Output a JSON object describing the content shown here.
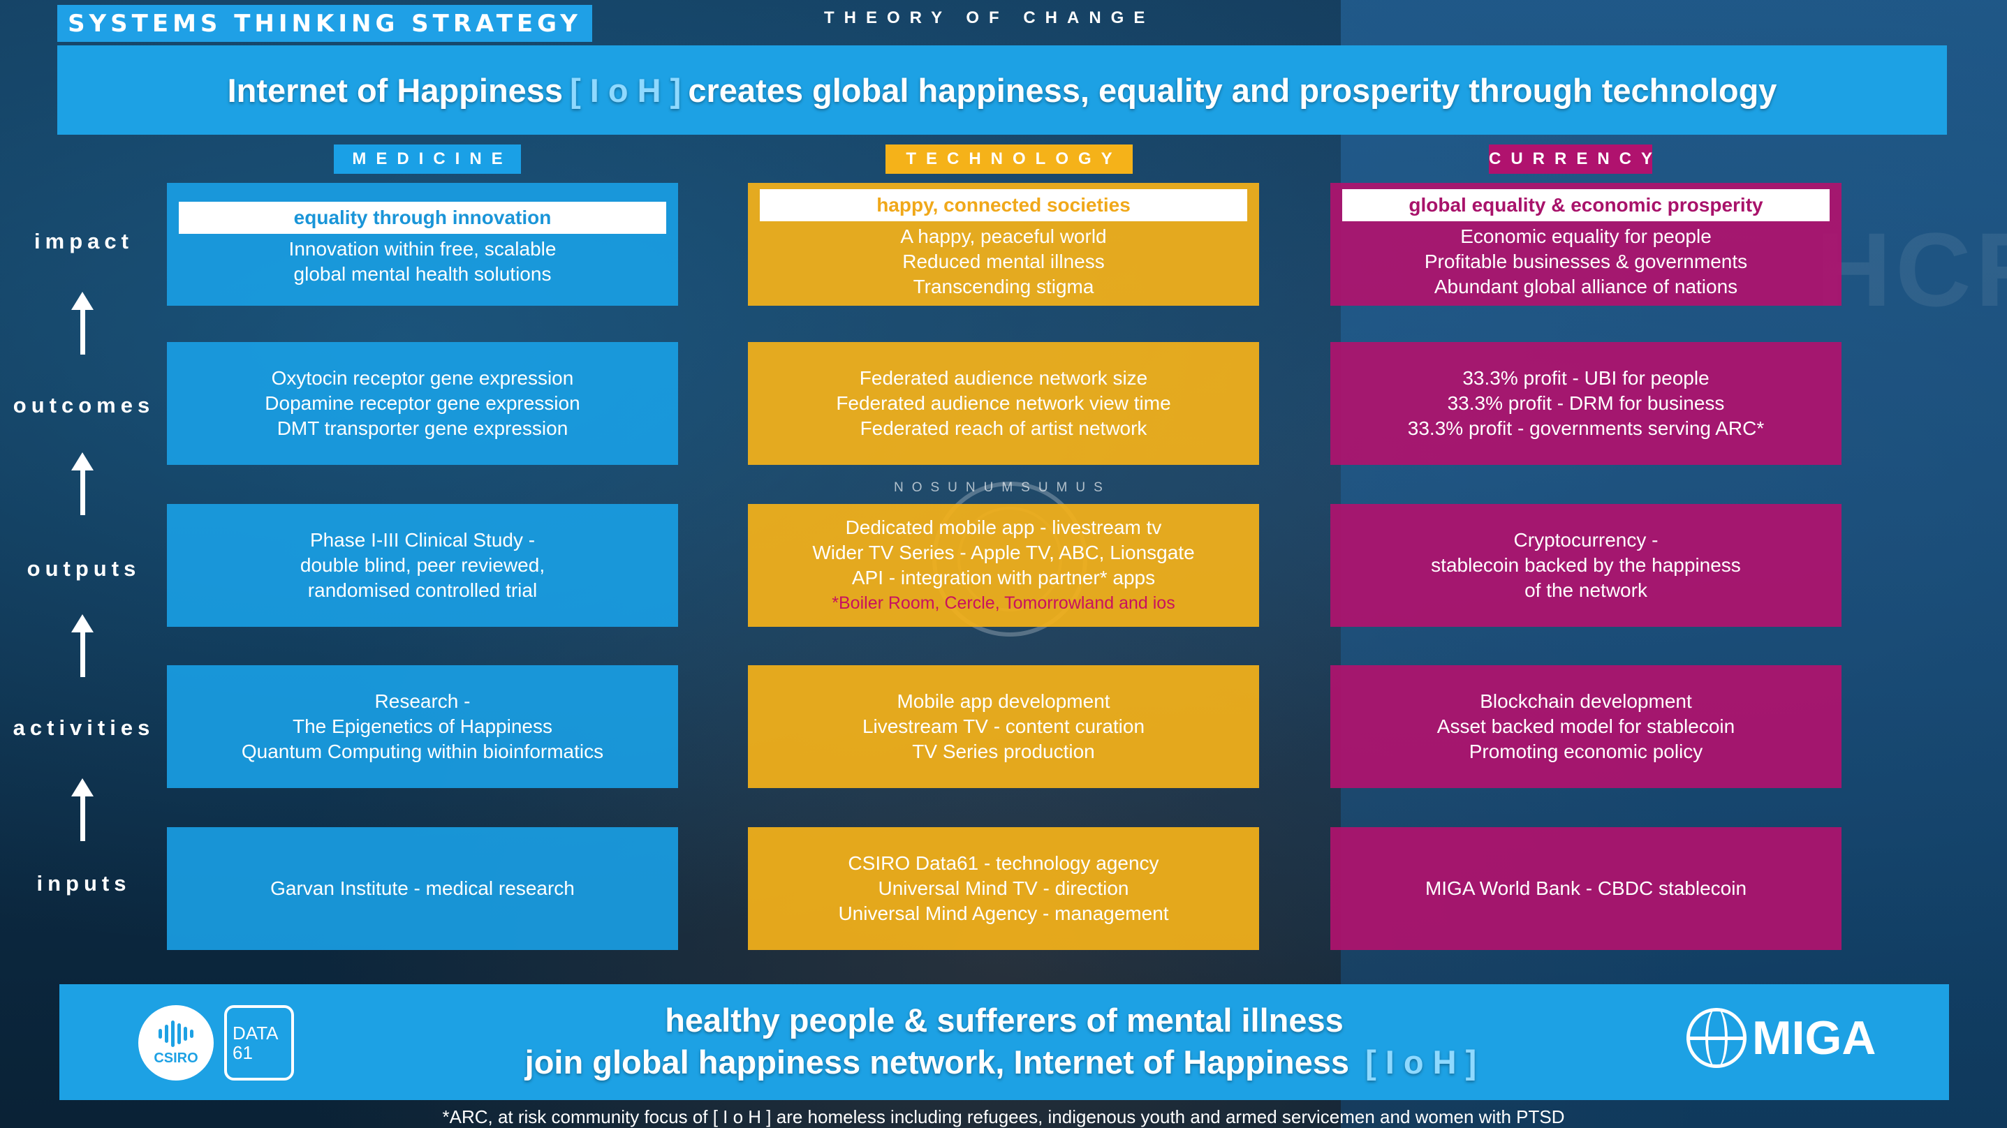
{
  "header": {
    "strategy_tag": "SYSTEMS THINKING STRATEGY",
    "section": "THEORY OF CHANGE",
    "banner_pre": "Internet of Happiness",
    "banner_ioh": "[ I o H ]",
    "banner_post": "creates global happiness, equality and prosperity through technology"
  },
  "columns": {
    "medicine": "MEDICINE",
    "technology": "TECHNOLOGY",
    "currency": "CURRENCY"
  },
  "rows": {
    "impact": "impact",
    "outcomes": "outcomes",
    "outputs": "outputs",
    "activities": "activities",
    "inputs": "inputs"
  },
  "watermark": "NOSUNUMSUMUS",
  "medicine": {
    "impact_header": "equality through innovation",
    "impact_1": "Innovation within free, scalable",
    "impact_2": "global mental health solutions",
    "outcomes_1": "Oxytocin receptor gene expression",
    "outcomes_2": "Dopamine receptor gene expression",
    "outcomes_3": "DMT transporter gene expression",
    "outputs_1": "Phase I-III Clinical Study -",
    "outputs_2": "double blind, peer reviewed,",
    "outputs_3": "randomised controlled trial",
    "activities_1": "Research -",
    "activities_2": "The Epigenetics of Happiness",
    "activities_3": "Quantum Computing within bioinformatics",
    "inputs_1": "Garvan Institute - medical research"
  },
  "technology": {
    "impact_header": "happy, connected societies",
    "impact_1": "A happy, peaceful world",
    "impact_2": "Reduced mental illness",
    "impact_3": "Transcending stigma",
    "outcomes_1": "Federated audience network size",
    "outcomes_2": "Federated audience network view time",
    "outcomes_3": "Federated reach of artist network",
    "outputs_1": "Dedicated mobile app - livestream tv",
    "outputs_2": "Wider TV Series - Apple TV, ABC, Lionsgate",
    "outputs_3": "API - integration with partner* apps",
    "outputs_note": "*Boiler Room, Cercle, Tomorrowland and ios",
    "activities_1": "Mobile app development",
    "activities_2": "Livestream TV - content curation",
    "activities_3": "TV Series production",
    "inputs_1": "CSIRO Data61 - technology agency",
    "inputs_2": "Universal Mind TV - direction",
    "inputs_3": "Universal Mind Agency - management"
  },
  "currency": {
    "impact_header": "global equality & economic prosperity",
    "impact_1": "Economic equality for people",
    "impact_2": "Profitable businesses & governments",
    "impact_3": "Abundant global alliance of nations",
    "outcomes_1": "33.3% profit - UBI for people",
    "outcomes_2": "33.3% profit - DRM for business",
    "outcomes_3": "33.3% profit - governments serving ARC*",
    "outputs_1": "Cryptocurrency -",
    "outputs_2": "stablecoin backed by the happiness",
    "outputs_3": "of the network",
    "activities_1": "Blockchain development",
    "activities_2": "Asset backed model for stablecoin",
    "activities_3": "Promoting economic policy",
    "inputs_1": "MIGA World Bank - CBDC stablecoin"
  },
  "footer": {
    "line1": "healthy people & sufferers of mental illness",
    "line2_pre": "join global happiness network, Internet of Happiness",
    "line2_ioh": "[ I o H ]",
    "csiro": "CSIRO",
    "data61_a": "DATA",
    "data61_b": "61",
    "miga": "MIGA",
    "note": "*ARC, at risk community focus of [ I o H ] are homeless including refugees, indigenous youth and armed servicemen and women with PTSD"
  },
  "colors": {
    "medicine": "#1aa0e6",
    "technology": "#f5b219",
    "currency": "#b0126e",
    "banner": "#1da1e4"
  }
}
